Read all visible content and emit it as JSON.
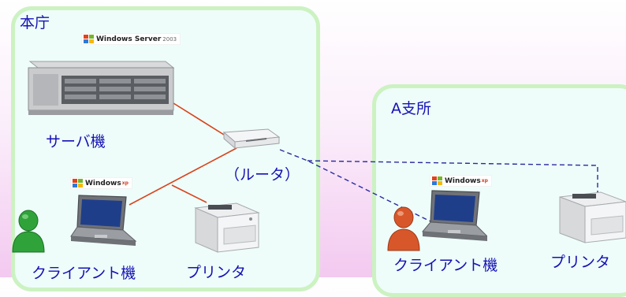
{
  "sites": {
    "honcho": {
      "title": "本庁",
      "server": {
        "label": "サーバ機",
        "os_badge": "Windows Server",
        "os_version": "2003"
      },
      "client": {
        "label": "クライアント機",
        "os_badge": "Windows",
        "os_suffix": "xp"
      },
      "printer": {
        "label": "プリンタ"
      }
    },
    "branch": {
      "title": "A支所",
      "client": {
        "label": "クライアント機",
        "os_badge": "Windows",
        "os_suffix": "xp"
      },
      "printer": {
        "label": "プリンタ"
      }
    }
  },
  "router": {
    "label": "（ルータ）"
  },
  "colors": {
    "site_border": "#ccf2c2",
    "site_fill": "#eefdfa",
    "label_text": "#1411b4",
    "lan_line": "#d9431b",
    "wan_line": "#2b2b9e",
    "user_green": "#2fa33a",
    "user_orange": "#d8572a"
  },
  "icons": [
    "windows-flag-icon",
    "server-icon",
    "router-icon",
    "laptop-icon",
    "printer-icon",
    "user-icon"
  ]
}
